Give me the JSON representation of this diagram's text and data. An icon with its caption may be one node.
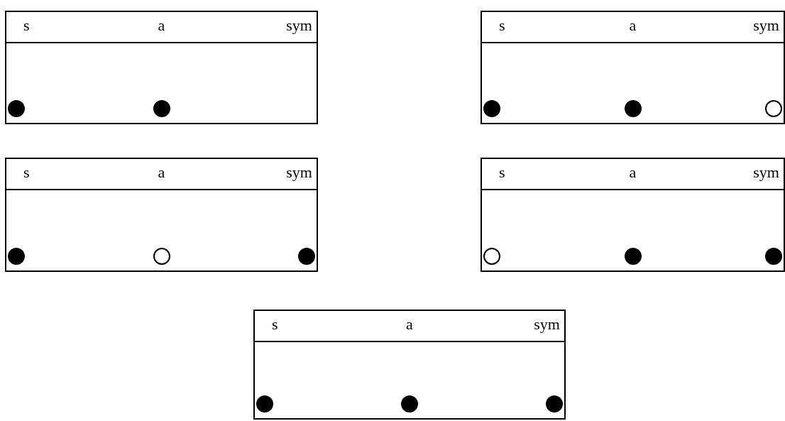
{
  "diagram": {
    "nodes": [
      {
        "text": [
          "s",
          "a",
          "sym"
        ]
      },
      {
        "text": [],
        "shape": "dot",
        "in": 0
      },
      {
        "text": [],
        "shape": "dot",
        "in": 0
      },
      {
        "text": [
          "s",
          "a",
          "sym"
        ]
      },
      {
        "text": [],
        "shape": "dot",
        "in": 3
      },
      {
        "text": [],
        "shape": "dot",
        "in": 3
      },
      {
        "text": [],
        "shape": "circle",
        "in": 3
      },
      {
        "text": [
          "s",
          "a",
          "sym"
        ]
      },
      {
        "text": [],
        "shape": "dot",
        "in": 7
      },
      {
        "text": [],
        "shape": "circle",
        "in": 7
      },
      {
        "text": [],
        "shape": "dot",
        "in": 7
      },
      {
        "text": [
          "s",
          "a",
          "sym"
        ]
      },
      {
        "text": [],
        "shape": "circle",
        "in": 11
      },
      {
        "text": [],
        "shape": "dot",
        "in": 11
      },
      {
        "text": [],
        "shape": "dot",
        "in": 11
      },
      {
        "text": [
          "s",
          "a",
          "sym"
        ]
      },
      {
        "text": [],
        "shape": "dot",
        "in": 15
      },
      {
        "text": [],
        "shape": "dot",
        "in": 15
      },
      {
        "text": [],
        "shape": "dot",
        "in": 15
      }
    ]
  }
}
